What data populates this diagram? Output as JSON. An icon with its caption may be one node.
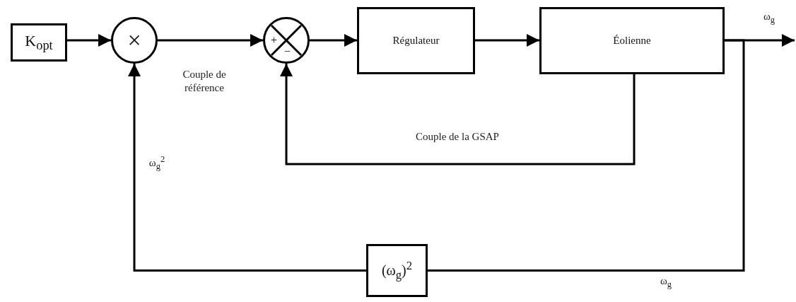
{
  "diagram": {
    "nodes": [
      {
        "text": [
          "K$_{opt}$"
        ]
      },
      {
        "text": [
          "×"
        ]
      },
      {
        "text": [
          "+",
          "−"
        ]
      },
      {
        "text": [
          "Régulateur"
        ]
      },
      {
        "text": [
          "Éolienne"
        ]
      },
      {
        "text": [
          "(ω$_{g}$)$^{2}$"
        ]
      }
    ],
    "edges": [
      {
        "from": 0,
        "to": 1,
        "arrow": "to"
      },
      {
        "from": 1,
        "to": 2,
        "arrow": "to",
        "label": "Couple de référence"
      },
      {
        "from": 2,
        "to": 3,
        "arrow": "to"
      },
      {
        "from": 3,
        "to": 4,
        "arrow": "to"
      },
      {
        "from": 4,
        "to": null,
        "arrow": "to",
        "label": "ω$_{g}$"
      },
      {
        "from": 4,
        "to": 2,
        "arrow": "to",
        "label": "Couple de la GSAP"
      },
      {
        "from": 4,
        "to": 5,
        "arrow": "none",
        "label": "ω$_{g}$"
      },
      {
        "from": 5,
        "to": 1,
        "arrow": "to",
        "label": "ω$_{g}$$^{2}$"
      }
    ]
  }
}
